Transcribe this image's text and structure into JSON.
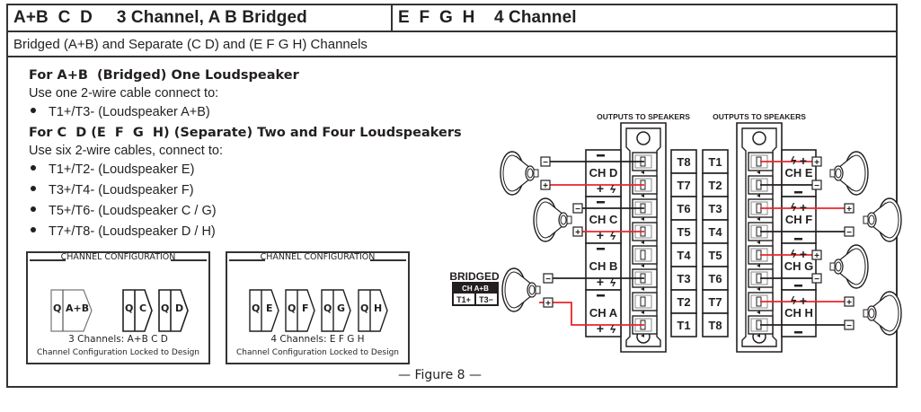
{
  "header": {
    "left_title": "A+B  C  D     3 Channel, A B Bridged",
    "right_title": "E  F  G  H    4 Channel",
    "subtitle": "Bridged (A+B) and Separate (C  D) and (E  F  G  H) Channels"
  },
  "instructions": {
    "bridged": {
      "heading": "For A+B  (Bridged) One Loudspeaker",
      "intro": "Use one 2-wire cable connect to:",
      "items": [
        "T1+/T3- (Loudspeaker A+B)"
      ]
    },
    "separate": {
      "heading": "For C  D (E  F  G  H) (Separate) Two and Four Loudspeakers",
      "intro": "Use six 2-wire cables, connect to:",
      "items": [
        "T1+/T2- (Loudspeaker E)",
        "T3+/T4- (Loudspeaker F)",
        "T5+/T6- (Loudspeaker C / G)",
        "T7+/T8- (Loudspeaker D / H)"
      ]
    }
  },
  "channel_configs": [
    {
      "title": "CHANNEL CONFIGURATION",
      "chips": [
        {
          "q": "Q",
          "label": "A+B",
          "style": "light"
        },
        {
          "q": "Q",
          "label": "C",
          "style": "dark"
        },
        {
          "q": "Q",
          "label": "D",
          "style": "dark"
        }
      ],
      "summary": "3 Channels:  A+B C D",
      "note": "Channel Configuration Locked to Design"
    },
    {
      "title": "CHANNEL CONFIGURATION",
      "chips": [
        {
          "q": "Q",
          "label": "E",
          "style": "dark"
        },
        {
          "q": "Q",
          "label": "F",
          "style": "dark"
        },
        {
          "q": "Q",
          "label": "G",
          "style": "dark"
        },
        {
          "q": "Q",
          "label": "H",
          "style": "dark"
        }
      ],
      "summary": "4 Channels:   E F G H",
      "note": "Channel Configuration Locked to Design"
    }
  ],
  "diagram": {
    "outputs_label": "OUTPUTS TO SPEAKERS",
    "left_block": {
      "terminals": [
        "T8",
        "T7",
        "T6",
        "T5",
        "T4",
        "T3",
        "T2",
        "T1"
      ],
      "channels": [
        "CH D",
        "CH C",
        "CH B",
        "CH A"
      ]
    },
    "right_block": {
      "terminals": [
        "T1",
        "T2",
        "T3",
        "T4",
        "T5",
        "T6",
        "T7",
        "T8"
      ],
      "channels": [
        "CH E",
        "CH F",
        "CH G",
        "CH H"
      ]
    },
    "bridged_badge": {
      "title": "BRIDGED",
      "channel": "CH A+B",
      "pos": "T1+",
      "neg": "T3−"
    },
    "plus_sign": "+",
    "minus_sign": "−",
    "colors": {
      "positive_wire": "#e8262d",
      "negative_wire": "#231f20",
      "outline": "#231f20"
    }
  },
  "figure_caption": "— Figure 8 —"
}
